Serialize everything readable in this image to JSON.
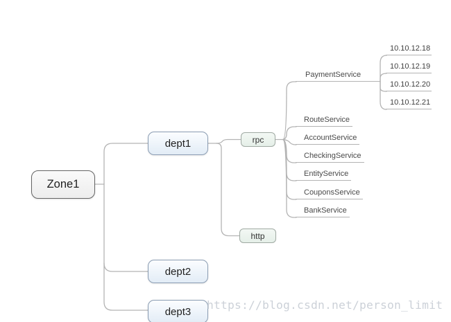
{
  "watermark": {
    "text": "https://blog.csdn.net/person_limit",
    "color": "#ccd1d8"
  },
  "colors": {
    "background": "#ffffff",
    "connector_line": "#b3b3b3",
    "root_border": "#646464",
    "root_fill": "#efefef",
    "dept_border": "#8a9cb2",
    "dept_fill": "#e6eef7",
    "protocol_border": "#9fa9a2",
    "protocol_fill": "#eaf2ec",
    "leaf_text": "#4a4a4a"
  },
  "mindmap": {
    "root": {
      "label": "Zone1"
    },
    "children": [
      {
        "label": "dept1",
        "children": [
          {
            "label": "rpc",
            "children": [
              {
                "label": "PaymentService",
                "children": [
                  {
                    "label": "10.10.12.18"
                  },
                  {
                    "label": "10.10.12.19"
                  },
                  {
                    "label": "10.10.12.20"
                  },
                  {
                    "label": "10.10.12.21"
                  }
                ]
              },
              {
                "label": "RouteService"
              },
              {
                "label": "AccountService"
              },
              {
                "label": "CheckingService"
              },
              {
                "label": "EntityService"
              },
              {
                "label": "CouponsService"
              },
              {
                "label": "BankService"
              }
            ]
          },
          {
            "label": "http"
          }
        ]
      },
      {
        "label": "dept2"
      },
      {
        "label": "dept3"
      }
    ]
  }
}
